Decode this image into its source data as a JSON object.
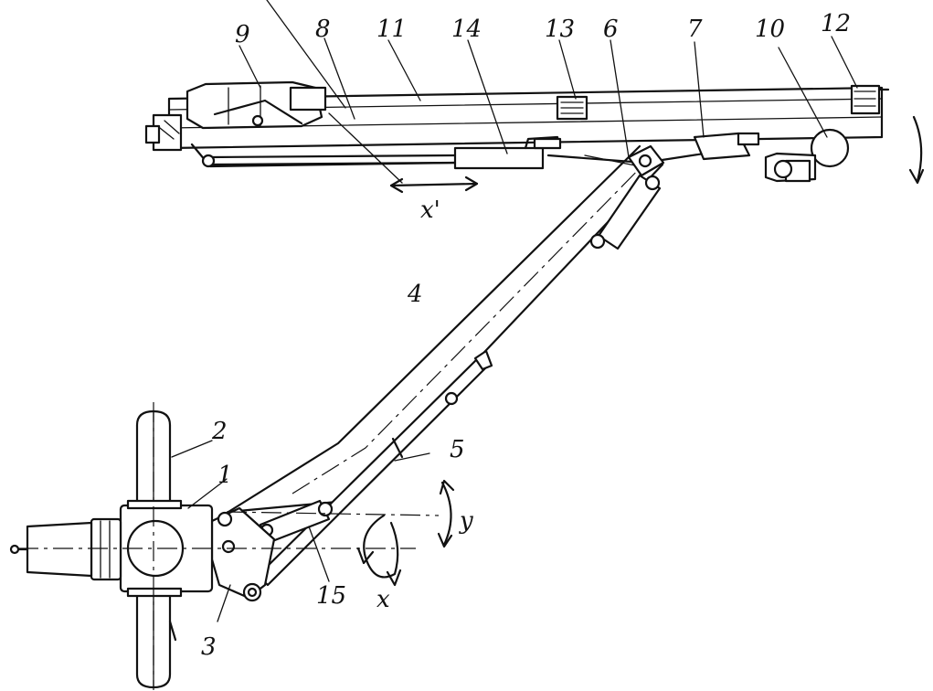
{
  "labels": {
    "l1": "1",
    "l2": "2",
    "l3": "3",
    "l4": "4",
    "l5": "5",
    "l6": "6",
    "l7": "7",
    "l8": "8",
    "l9": "9",
    "l10": "10",
    "l11": "11",
    "l12": "12",
    "l13": "13",
    "l14": "14",
    "l15": "15"
  },
  "axes": {
    "x": "x",
    "y": "y",
    "x_prime": "x'"
  }
}
